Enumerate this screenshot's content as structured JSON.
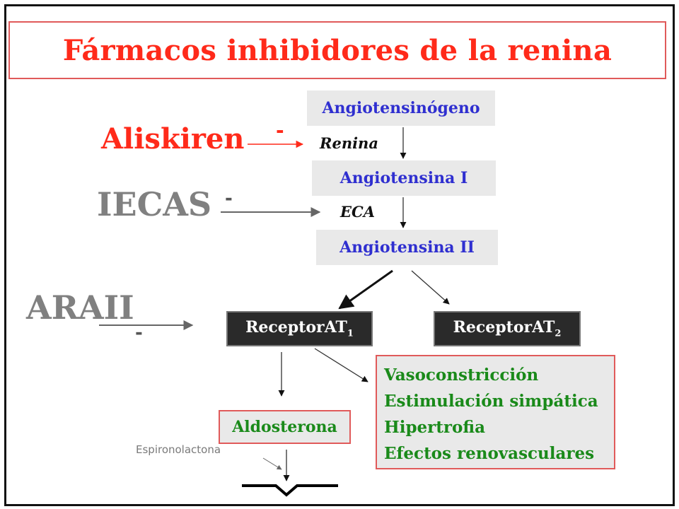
{
  "title": "Fármacos inhibidores de la renina",
  "cascade": {
    "angiotensinogeno": "Angiotensinógeno",
    "renina": "Renina",
    "angiotensina_i": "Angiotensina I",
    "eca": "ECA",
    "angiotensina_ii": "Angiotensina II"
  },
  "drugs": {
    "aliskiren": "Aliskiren",
    "iecas": "IECAS",
    "araii": "ARAII",
    "minus": "-"
  },
  "receptors": {
    "at1_prefix": "ReceptorAT",
    "at1_sub": "1",
    "at2_prefix": "ReceptorAT",
    "at2_sub": "2"
  },
  "effects": [
    "Vasoconstricción",
    "Estimulación simpática",
    "Hipertrofia",
    "Efectos renovasculares"
  ],
  "aldosterona": "Aldosterona",
  "espironolactona": "Espironolactona",
  "colors": {
    "title_red": "#ff2a1a",
    "cascade_blue": "#2f2fd0",
    "effect_green": "#1a8a1a",
    "drug_gray": "#808080",
    "box_gray": "#e9e9e9",
    "receptor_dark": "#2a2a2a"
  }
}
